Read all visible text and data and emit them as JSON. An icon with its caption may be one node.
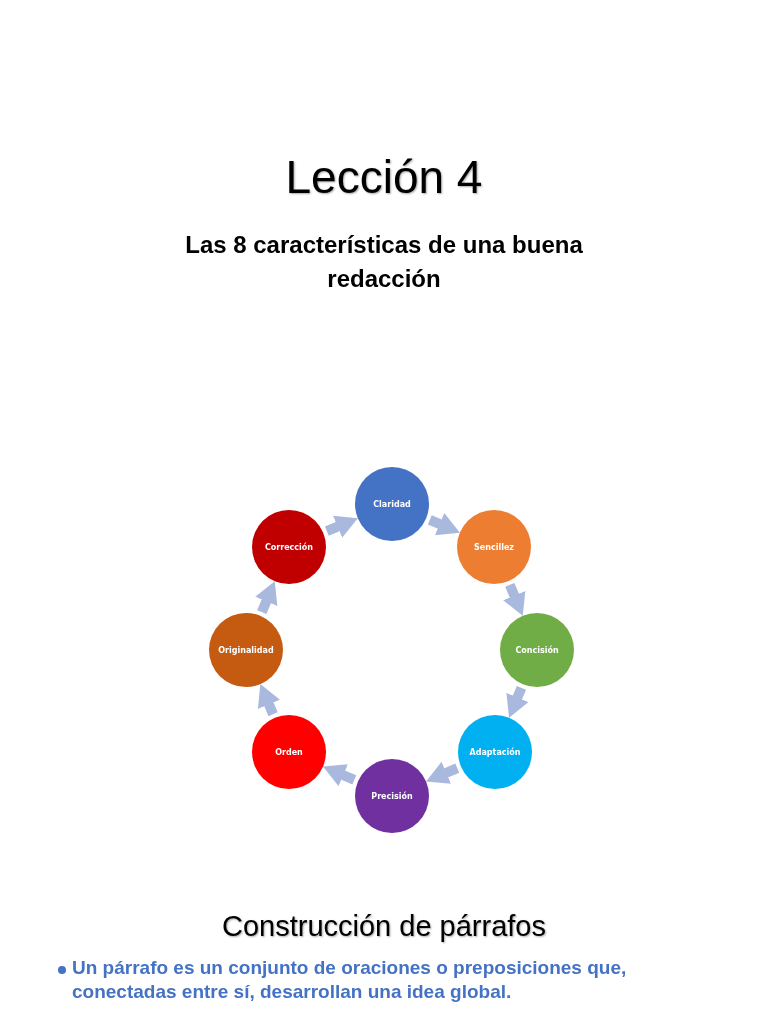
{
  "diagram": {
    "title": "Lección 4",
    "nodes": [
      {
        "text": [
          "Claridad"
        ]
      },
      {
        "text": [
          "Sencillez"
        ]
      },
      {
        "text": [
          "Concisión"
        ]
      },
      {
        "text": [
          "Adaptación"
        ]
      },
      {
        "text": [
          "Precisión"
        ]
      },
      {
        "text": [
          "Orden"
        ]
      },
      {
        "text": [
          "Originalidad"
        ]
      },
      {
        "text": [
          "Corrección"
        ]
      }
    ],
    "edges": [
      {
        "from": 0,
        "to": 1,
        "arrow": "to"
      },
      {
        "from": 1,
        "to": 2,
        "arrow": "to"
      },
      {
        "from": 2,
        "to": 3,
        "arrow": "to"
      },
      {
        "from": 3,
        "to": 4,
        "arrow": "to"
      },
      {
        "from": 4,
        "to": 5,
        "arrow": "to"
      },
      {
        "from": 5,
        "to": 6,
        "arrow": "to"
      },
      {
        "from": 6,
        "to": 7,
        "arrow": "to"
      },
      {
        "from": 7,
        "to": 0,
        "arrow": "to"
      }
    ],
    "labels": [
      "Las 8 características de una buena redacción",
      "Construcción de párrafos",
      "Un párrafo es un conjunto de oraciones o preposiciones que, conectadas entre sí, desarrollan una idea global."
    ]
  }
}
